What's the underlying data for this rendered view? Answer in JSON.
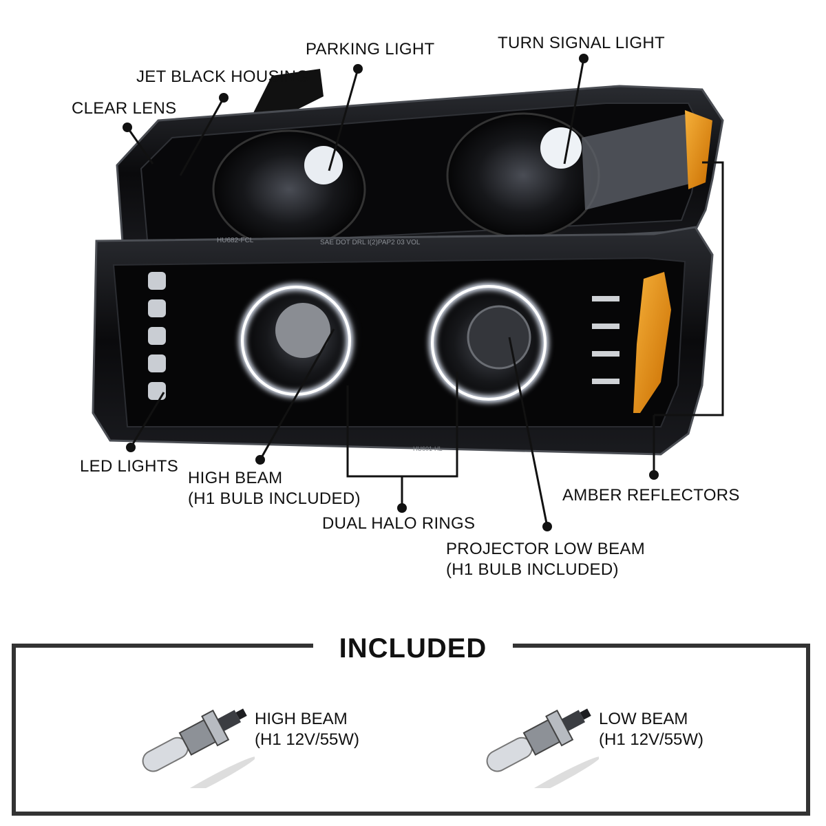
{
  "callouts": {
    "parking_light": "PARKING LIGHT",
    "turn_signal_light": "TURN SIGNAL LIGHT",
    "jet_black_housing": "JET BLACK HOUSING",
    "clear_lens": "CLEAR LENS",
    "led_lights": "LED LIGHTS",
    "high_beam_line1": "HIGH BEAM",
    "high_beam_line2": "(H1 BULB INCLUDED)",
    "dual_halo_rings": "DUAL HALO RINGS",
    "amber_reflectors": "AMBER REFLECTORS",
    "projector_line1": "PROJECTOR LOW BEAM",
    "projector_line2": "(H1 BULB INCLUDED)"
  },
  "lens_markings": {
    "top_left": "HU682-FCL",
    "top_right": "SAE DOT DRL I(2)PAP2 03 VOL",
    "bottom_right": "HU601-HL"
  },
  "included": {
    "title": "INCLUDED",
    "bulbs": [
      {
        "line1": "HIGH BEAM",
        "line2": "(H1 12V/55W)"
      },
      {
        "line1": "LOW BEAM",
        "line2": "(H1 12V/55W)"
      }
    ]
  },
  "colors": {
    "housing": "#0b0b0d",
    "chrome": "#9a9ea4",
    "amber": "#e08a10",
    "halo": "#e8f0ff",
    "border": "#333333"
  }
}
